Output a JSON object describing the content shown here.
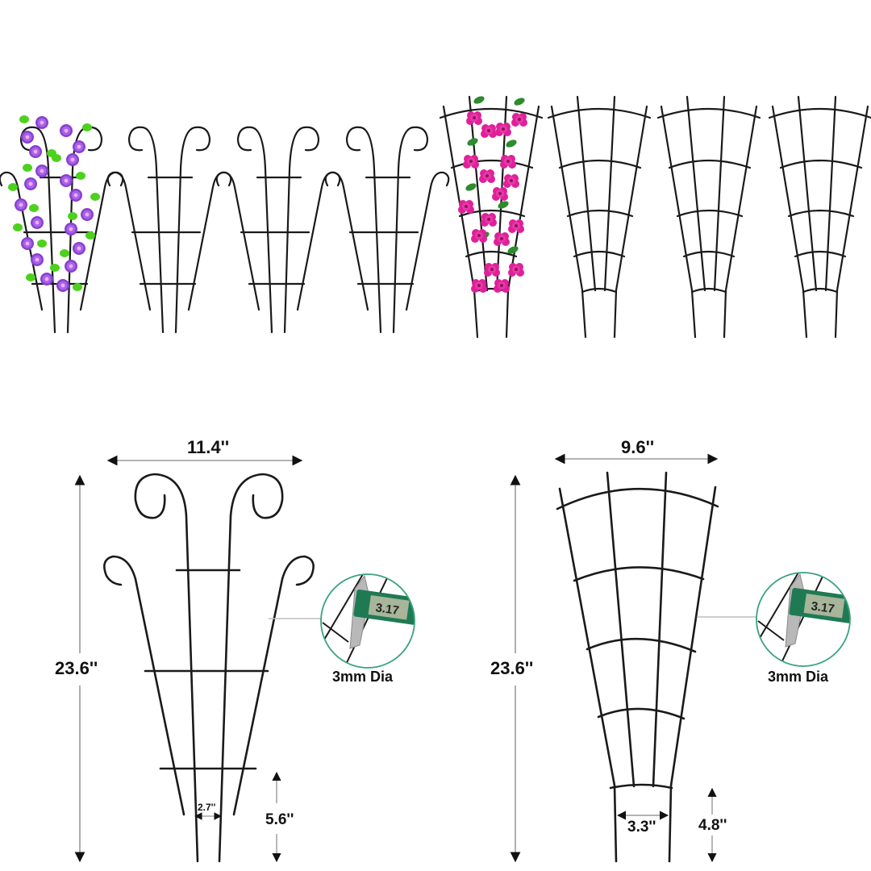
{
  "colors": {
    "background": "#ffffff",
    "wire": "#1a1a1a",
    "dimension_line": "#9a9a9a",
    "callout_ring": "#3aa37a",
    "flower_purple": "#8a3fd1",
    "flower_magenta": "#e0209a",
    "leaf_light_green": "#4cd11c",
    "leaf_dark_green": "#2e8b2e"
  },
  "top_row": {
    "scroll_trellis_set": {
      "count": 4,
      "items": [
        {
          "style": "scroll",
          "with_plant": true,
          "flower": "purple morning glory"
        },
        {
          "style": "scroll",
          "with_plant": false
        },
        {
          "style": "scroll",
          "with_plant": false
        },
        {
          "style": "scroll",
          "with_plant": false
        }
      ]
    },
    "fan_trellis_set": {
      "count": 4,
      "items": [
        {
          "style": "fan",
          "with_plant": true,
          "flower": "magenta mandevilla"
        },
        {
          "style": "fan",
          "with_plant": false
        },
        {
          "style": "fan",
          "with_plant": false
        },
        {
          "style": "fan",
          "with_plant": false
        }
      ]
    }
  },
  "scroll_trellis_dims": {
    "width": "11.4''",
    "height": "23.6''",
    "stake_spacing": "2.7''",
    "stake_length": "5.6''",
    "wire_callout": {
      "caliper_reading": "3.17",
      "label": "3mm Dia"
    }
  },
  "fan_trellis_dims": {
    "width": "9.6''",
    "height": "23.6''",
    "stake_spacing": "3.3''",
    "stake_length": "4.8''",
    "wire_callout": {
      "caliper_reading": "3.17",
      "label": "3mm Dia"
    }
  }
}
